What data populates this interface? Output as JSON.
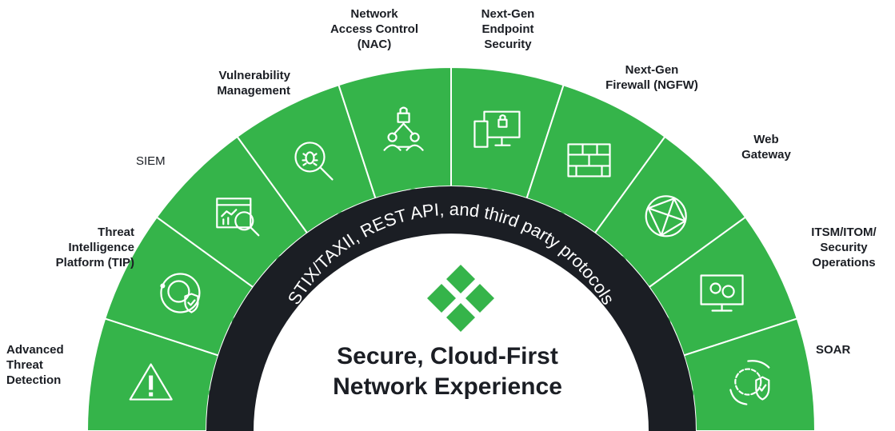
{
  "segments": [
    {
      "id": "advanced-threat-detection",
      "label": "Advanced\nThreat\nDetection",
      "icon": "warning-triangle-icon"
    },
    {
      "id": "threat-intelligence-platform",
      "label": "Threat\nIntelligence\nPlatform (TIP)",
      "icon": "globe-shield-icon"
    },
    {
      "id": "siem",
      "label": "SIEM",
      "icon": "analytics-magnifier-icon"
    },
    {
      "id": "vulnerability-management",
      "label": "Vulnerability\nManagement",
      "icon": "bug-magnifier-icon"
    },
    {
      "id": "network-access-control",
      "label": "Network\nAccess Control\n(NAC)",
      "icon": "lock-network-icon"
    },
    {
      "id": "next-gen-endpoint-security",
      "label": "Next-Gen\nEndpoint\nSecurity",
      "icon": "devices-lock-icon"
    },
    {
      "id": "next-gen-firewall",
      "label": "Next-Gen\nFirewall (NGFW)",
      "icon": "brick-wall-icon"
    },
    {
      "id": "web-gateway",
      "label": "Web\nGateway",
      "icon": "globe-network-icon"
    },
    {
      "id": "itsm-itom-security-operations",
      "label": "ITSM/ITOM/\nSecurity\nOperations",
      "icon": "monitor-gears-icon"
    },
    {
      "id": "soar",
      "label": "SOAR",
      "icon": "gear-shield-cycle-icon"
    }
  ],
  "ring_text": "STIX/TAXII, REST API, and third party protocols",
  "center_title": [
    "Secure, Cloud-First",
    "Network Experience"
  ],
  "logo_icon": "four-diamond-logo-icon",
  "colors": {
    "green": "#35b44a",
    "dark": "#1b1e24",
    "white": "#ffffff",
    "text": "#1b1e24"
  }
}
